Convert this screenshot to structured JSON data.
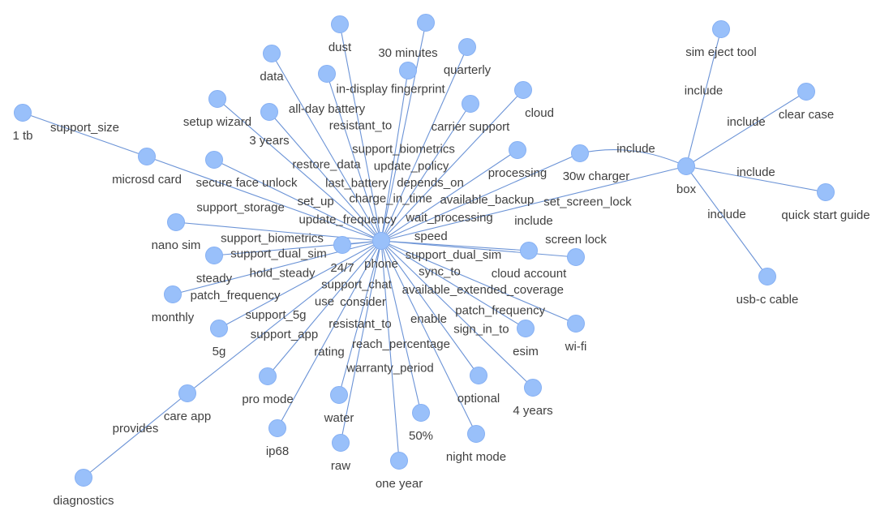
{
  "graph": {
    "node_color": "#99c0fa",
    "edge_color": "#6b93d6",
    "nodes": [
      {
        "id": "phone",
        "label": "phone"
      },
      {
        "id": "box",
        "label": "box"
      },
      {
        "id": "dust",
        "label": "dust"
      },
      {
        "id": "fingerprint",
        "label": "in-display fingerprint"
      },
      {
        "id": "data",
        "label": "data"
      },
      {
        "id": "battery",
        "label": "all-day battery"
      },
      {
        "id": "30min",
        "label": "30 minutes"
      },
      {
        "id": "quarterly",
        "label": "quarterly"
      },
      {
        "id": "setup",
        "label": "setup wizard"
      },
      {
        "id": "3years",
        "label": "3 years"
      },
      {
        "id": "carrier",
        "label": "carrier support"
      },
      {
        "id": "cloud",
        "label": "cloud"
      },
      {
        "id": "1tb",
        "label": "1 tb"
      },
      {
        "id": "microsd",
        "label": "microsd card"
      },
      {
        "id": "faceunlock",
        "label": "secure face unlock"
      },
      {
        "id": "processing",
        "label": "processing"
      },
      {
        "id": "charger",
        "label": "30w charger"
      },
      {
        "id": "nanosim",
        "label": "nano sim"
      },
      {
        "id": "247",
        "label": "24/7"
      },
      {
        "id": "steady",
        "label": "steady"
      },
      {
        "id": "monthly",
        "label": "monthly"
      },
      {
        "id": "5g",
        "label": "5g"
      },
      {
        "id": "careapp",
        "label": "care app"
      },
      {
        "id": "diagnostics",
        "label": "diagnostics"
      },
      {
        "id": "promode",
        "label": "pro mode"
      },
      {
        "id": "ip68",
        "label": "ip68"
      },
      {
        "id": "water",
        "label": "water"
      },
      {
        "id": "raw",
        "label": "raw"
      },
      {
        "id": "oneyear",
        "label": "one year"
      },
      {
        "id": "50pct",
        "label": "50%"
      },
      {
        "id": "nightmode",
        "label": "night mode"
      },
      {
        "id": "optional",
        "label": "optional"
      },
      {
        "id": "4years",
        "label": "4 years"
      },
      {
        "id": "esim",
        "label": "esim"
      },
      {
        "id": "wifi",
        "label": "wi-fi"
      },
      {
        "id": "cloudaccount",
        "label": "cloud account"
      },
      {
        "id": "screenlock",
        "label": "screen lock"
      },
      {
        "id": "simtool",
        "label": "sim eject tool"
      },
      {
        "id": "clearcase",
        "label": "clear case"
      },
      {
        "id": "quickstart",
        "label": "quick start guide"
      },
      {
        "id": "usbc",
        "label": "usb-c cable"
      }
    ],
    "edges": [
      {
        "source": "phone",
        "target": "dust",
        "label": "resistant_to"
      },
      {
        "source": "phone",
        "target": "fingerprint",
        "label": "support_biometrics"
      },
      {
        "source": "phone",
        "target": "data",
        "label": "restore_data"
      },
      {
        "source": "phone",
        "target": "battery",
        "label": "last_battery"
      },
      {
        "source": "phone",
        "target": "30min",
        "label": "charge_in_time"
      },
      {
        "source": "phone",
        "target": "quarterly",
        "label": "update_policy"
      },
      {
        "source": "phone",
        "target": "setup",
        "label": "set_up"
      },
      {
        "source": "phone",
        "target": "3years",
        "label": "update_frequency"
      },
      {
        "source": "phone",
        "target": "carrier",
        "label": "depends_on"
      },
      {
        "source": "phone",
        "target": "cloud",
        "label": "available_backup"
      },
      {
        "source": "microsd",
        "target": "1tb",
        "label": "support_size"
      },
      {
        "source": "phone",
        "target": "microsd",
        "label": "support_storage"
      },
      {
        "source": "phone",
        "target": "faceunlock",
        "label": "support_biometrics"
      },
      {
        "source": "phone",
        "target": "processing",
        "label": "wait_processing"
      },
      {
        "source": "phone",
        "target": "charger",
        "label": "speed"
      },
      {
        "source": "phone",
        "target": "box",
        "label": "include"
      },
      {
        "source": "phone",
        "target": "247",
        "label": "support_chat"
      },
      {
        "source": "phone",
        "target": "nanosim",
        "label": "support_dual_sim"
      },
      {
        "source": "phone",
        "target": "steady",
        "label": "hold_steady"
      },
      {
        "source": "phone",
        "target": "monthly",
        "label": "patch_frequency"
      },
      {
        "source": "phone",
        "target": "5g",
        "label": "support_5g"
      },
      {
        "source": "phone",
        "target": "careapp",
        "label": "support_app"
      },
      {
        "source": "careapp",
        "target": "diagnostics",
        "label": "provides"
      },
      {
        "source": "phone",
        "target": "promode",
        "label": "use"
      },
      {
        "source": "phone",
        "target": "ip68",
        "label": "rating"
      },
      {
        "source": "phone",
        "target": "water",
        "label": "resistant_to"
      },
      {
        "source": "phone",
        "target": "raw",
        "label": "consider"
      },
      {
        "source": "phone",
        "target": "oneyear",
        "label": "warranty_period"
      },
      {
        "source": "phone",
        "target": "50pct",
        "label": "reach_percentage"
      },
      {
        "source": "phone",
        "target": "nightmode",
        "label": "enable"
      },
      {
        "source": "phone",
        "target": "optional",
        "label": "available_extended_coverage"
      },
      {
        "source": "phone",
        "target": "4years",
        "label": "patch_frequency"
      },
      {
        "source": "phone",
        "target": "esim",
        "label": "support_dual_sim"
      },
      {
        "source": "phone",
        "target": "wifi",
        "label": "sync_to"
      },
      {
        "source": "phone",
        "target": "cloudaccount",
        "label": "sign_in_to"
      },
      {
        "source": "phone",
        "target": "screenlock",
        "label": "set_screen_lock"
      },
      {
        "source": "box",
        "target": "simtool",
        "label": "include"
      },
      {
        "source": "box",
        "target": "clearcase",
        "label": "include"
      },
      {
        "source": "box",
        "target": "quickstart",
        "label": "include"
      },
      {
        "source": "box",
        "target": "usbc",
        "label": "include"
      },
      {
        "source": "box",
        "target": "charger",
        "label": "include"
      }
    ]
  }
}
